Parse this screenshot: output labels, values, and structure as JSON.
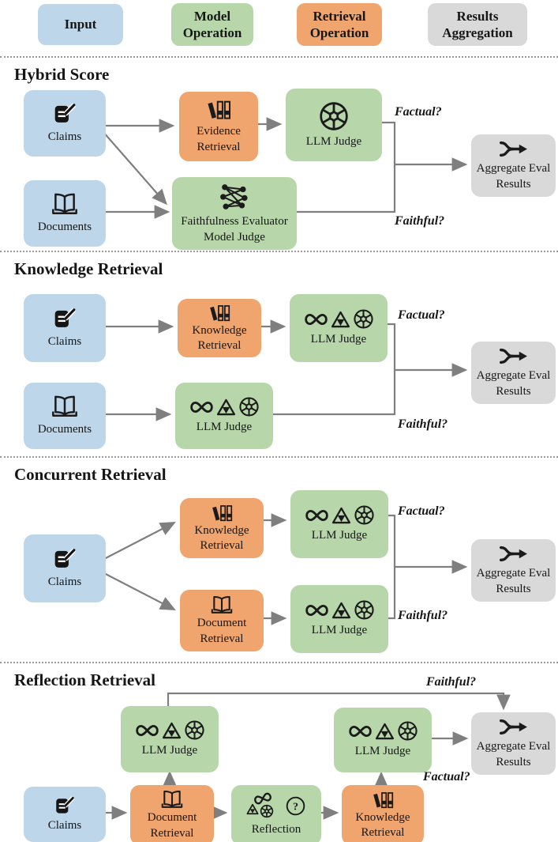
{
  "legend": {
    "items": [
      {
        "label": "Input",
        "color": "#bdd6ea"
      },
      {
        "label": "Model Operation",
        "color": "#b7d7ab"
      },
      {
        "label": "Retrieval Operation",
        "color": "#f1a56e"
      },
      {
        "label": "Results Aggregation",
        "color": "#d9d9d9"
      }
    ]
  },
  "sections": [
    {
      "title": "Hybrid Score",
      "nodes": {
        "claims": "Claims",
        "documents": "Documents",
        "evidence_retrieval": "Evidence Retrieval",
        "llm_judge": "LLM Judge",
        "faithfulness_evaluator": "Faithfulness Evaluator Model Judge",
        "aggregate": "Aggregate Eval Results"
      },
      "factual": "Factual?",
      "faithful": "Faithful?"
    },
    {
      "title": "Knowledge Retrieval",
      "nodes": {
        "claims": "Claims",
        "documents": "Documents",
        "knowledge_retrieval": "Knowledge Retrieval",
        "llm_judge_top": "LLM Judge",
        "llm_judge_bottom": "LLM Judge",
        "aggregate": "Aggregate Eval Results"
      },
      "factual": "Factual?",
      "faithful": "Faithful?"
    },
    {
      "title": "Concurrent Retrieval",
      "nodes": {
        "claims": "Claims",
        "knowledge_retrieval": "Knowledge Retrieval",
        "document_retrieval": "Document Retrieval",
        "llm_judge_top": "LLM Judge",
        "llm_judge_bottom": "LLM Judge",
        "aggregate": "Aggregate Eval Results"
      },
      "factual": "Factual?",
      "faithful": "Faithful?"
    },
    {
      "title": "Reflection Retrieval",
      "nodes": {
        "claims": "Claims",
        "document_retrieval": "Document Retrieval",
        "reflection": "Reflection",
        "knowledge_retrieval": "Knowledge Retrieval",
        "llm_judge_left": "LLM Judge",
        "llm_judge_right": "LLM Judge",
        "aggregate": "Aggregate Eval Results"
      },
      "factual": "Factual?",
      "faithful": "Faithful?"
    }
  ],
  "icons": {
    "question_mark": "?"
  },
  "colors": {
    "input_blue": "#bdd6ea",
    "model_green": "#b7d7ab",
    "retrieval_orange": "#f1a56e",
    "aggregate_gray": "#d9d9d9",
    "arrow_gray": "#7f7f7f"
  }
}
